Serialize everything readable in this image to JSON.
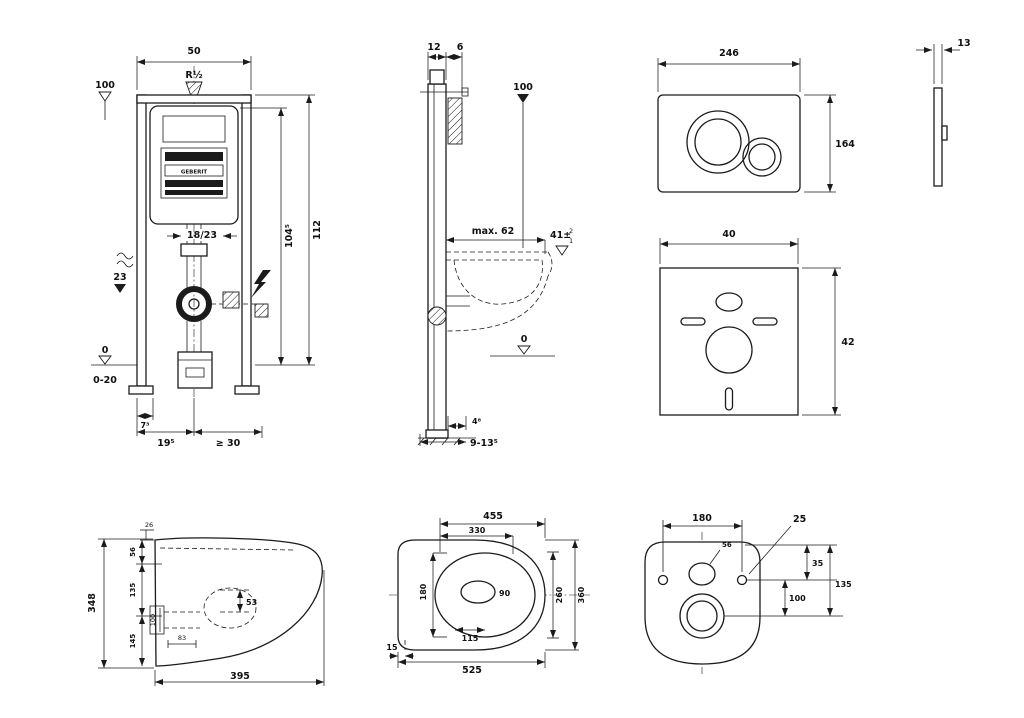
{
  "sheet": {
    "background": "#ffffff",
    "ink": "#1b1b1b"
  },
  "cistern_front": {
    "w50": "50",
    "r_half": "R½",
    "h100": "100",
    "h112": "112",
    "h104": "104⁵",
    "p1823": "18/23",
    "d23": "23",
    "zero": "0",
    "range020": "0-20",
    "d7": "7³",
    "d19": "19⁵",
    "d30": "≥ 30",
    "brand": "GEBERIT"
  },
  "cistern_side": {
    "d12": "12",
    "d6": "6",
    "h100": "100",
    "max62": "max. 62",
    "d41": "41±",
    "d41_sup": "2",
    "d41_sub": "1",
    "zero": "0",
    "d48": "4⁸",
    "d913": "9-13⁵"
  },
  "flush_plate": {
    "width": "246",
    "height": "164"
  },
  "plate_side": {
    "thickness": "13"
  },
  "sound_pad": {
    "width": "40",
    "height": "42"
  },
  "toilet_side": {
    "h348": "348",
    "d395": "395",
    "d56": "56",
    "d135": "135",
    "d145": "145",
    "d53": "53",
    "d26": "26",
    "d100": "100",
    "d83": "83"
  },
  "toilet_top": {
    "d455": "455",
    "d330": "330",
    "d180": "180",
    "d90": "90",
    "d115": "115",
    "d525": "525",
    "d15": "15",
    "d260": "260",
    "d360": "360"
  },
  "toilet_back": {
    "d180": "180",
    "d25": "25",
    "d56": "56",
    "d35": "35",
    "d100": "100",
    "d135": "135"
  }
}
